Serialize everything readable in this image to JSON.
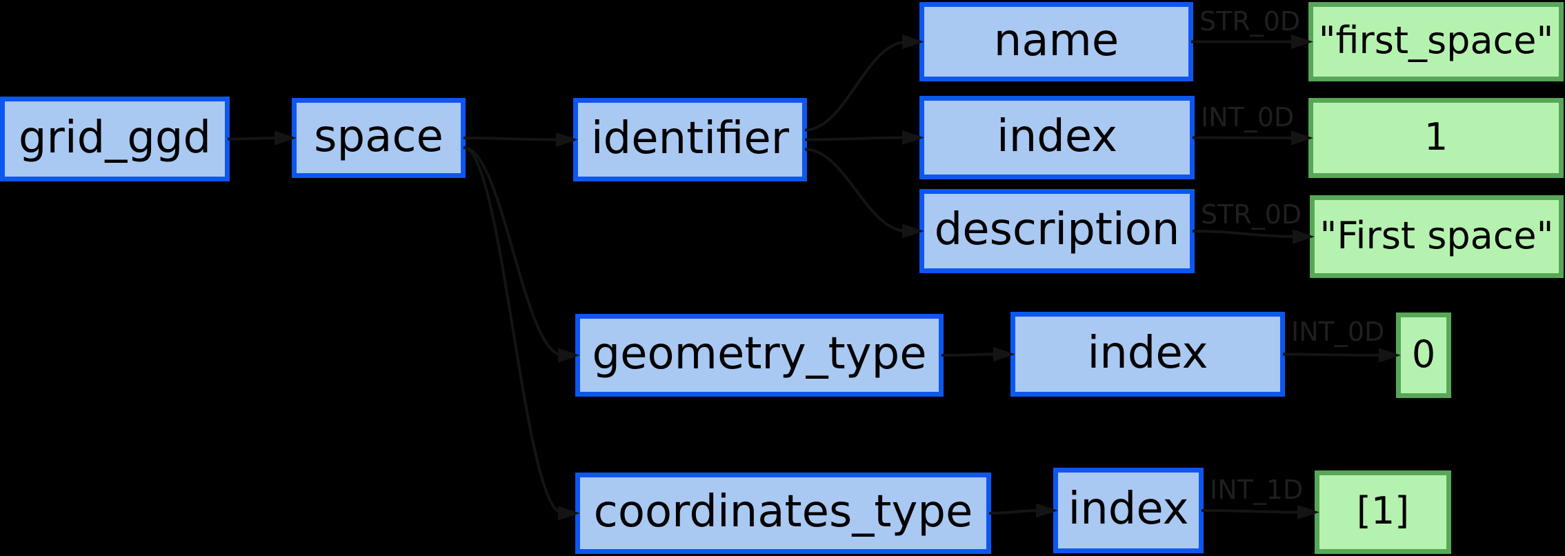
{
  "diagram": {
    "description_of_image": "Tree diagram of grid_ggd IDS structure with value leaves",
    "background_color": "#000000",
    "palette": {
      "structure_node_fill": "#a9c9f3",
      "structure_node_border": "#0d57f0",
      "value_node_fill": "#b6f2af",
      "value_node_border": "#57a757",
      "node_text": "#000000",
      "edge_color": "#141414",
      "edge_label_color": "#1f1f1f"
    },
    "nodes": [
      {
        "id": "grid_ggd",
        "label": "grid_ggd",
        "kind": "structure"
      },
      {
        "id": "space",
        "label": "space",
        "kind": "structure"
      },
      {
        "id": "identifier",
        "label": "identifier",
        "kind": "structure"
      },
      {
        "id": "name",
        "label": "name",
        "kind": "structure"
      },
      {
        "id": "index_identifier",
        "label": "index",
        "kind": "structure"
      },
      {
        "id": "description",
        "label": "description",
        "kind": "structure"
      },
      {
        "id": "geometry_type",
        "label": "geometry_type",
        "kind": "structure"
      },
      {
        "id": "index_geometry",
        "label": "index",
        "kind": "structure"
      },
      {
        "id": "coordinates_type",
        "label": "coordinates_type",
        "kind": "structure"
      },
      {
        "id": "index_coordinates",
        "label": "index",
        "kind": "structure"
      },
      {
        "id": "value_name",
        "label": "\"first_space\"",
        "kind": "value"
      },
      {
        "id": "value_index",
        "label": "1",
        "kind": "value"
      },
      {
        "id": "value_description",
        "label": "\"First space\"",
        "kind": "value"
      },
      {
        "id": "value_geometry_index",
        "label": "0",
        "kind": "value"
      },
      {
        "id": "value_coordinates_index",
        "label": "[1]",
        "kind": "value"
      }
    ],
    "edges": [
      {
        "from": "grid_ggd",
        "to": "space",
        "label": ""
      },
      {
        "from": "space",
        "to": "identifier",
        "label": ""
      },
      {
        "from": "space",
        "to": "geometry_type",
        "label": ""
      },
      {
        "from": "space",
        "to": "coordinates_type",
        "label": ""
      },
      {
        "from": "identifier",
        "to": "name",
        "label": ""
      },
      {
        "from": "identifier",
        "to": "index_identifier",
        "label": ""
      },
      {
        "from": "identifier",
        "to": "description",
        "label": ""
      },
      {
        "from": "name",
        "to": "value_name",
        "label": "STR_0D"
      },
      {
        "from": "index_identifier",
        "to": "value_index",
        "label": "INT_0D"
      },
      {
        "from": "description",
        "to": "value_description",
        "label": "STR_0D"
      },
      {
        "from": "geometry_type",
        "to": "index_geometry",
        "label": ""
      },
      {
        "from": "index_geometry",
        "to": "value_geometry_index",
        "label": "INT_0D"
      },
      {
        "from": "coordinates_type",
        "to": "index_coordinates",
        "label": ""
      },
      {
        "from": "index_coordinates",
        "to": "value_coordinates_index",
        "label": "INT_1D"
      }
    ]
  }
}
